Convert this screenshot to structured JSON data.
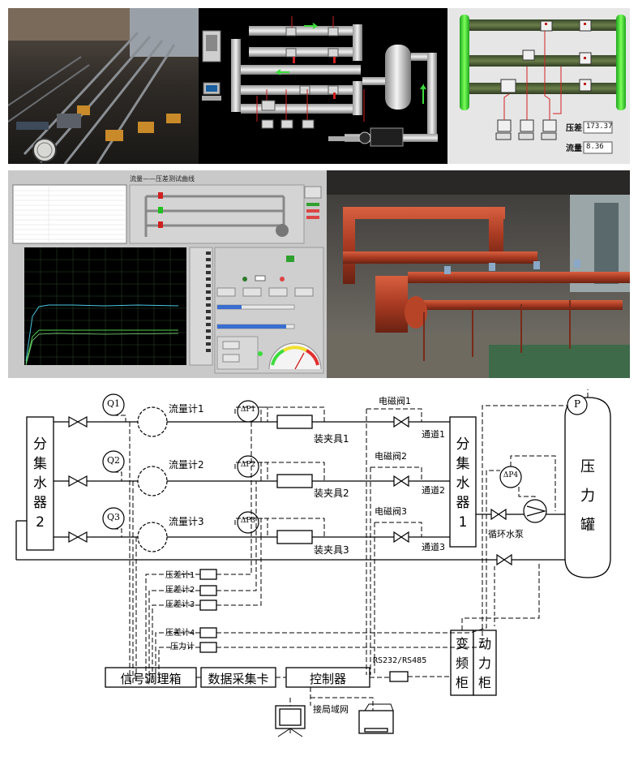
{
  "scada": {
    "pressure_diff_label": "压差",
    "pressure_diff_value": "173.37",
    "flow_label": "流量",
    "flow_value": "8.36"
  },
  "labview": {
    "title": "流量——压差测试曲线"
  },
  "schematic": {
    "manifold_left": [
      "分",
      "集",
      "水",
      "器",
      "2"
    ],
    "manifold_right": [
      "分",
      "集",
      "水",
      "器",
      "1"
    ],
    "tank": [
      "压",
      "力",
      "罐"
    ],
    "flowmeters": [
      "流量计1",
      "流量计2",
      "流量计3"
    ],
    "q_symbols": [
      "Q1",
      "Q2",
      "Q3"
    ],
    "dp_symbols": [
      "ΔP1",
      "ΔP2",
      "ΔP3",
      "ΔP4"
    ],
    "p_symbol": "P",
    "fixtures": [
      "装夹具1",
      "装夹具2",
      "装夹具3"
    ],
    "valves": [
      "电磁阀1",
      "电磁阀2",
      "电磁阀3"
    ],
    "channels": [
      "通道1",
      "通道2",
      "通道3"
    ],
    "pump": "循环水泵",
    "sensors": [
      "压差计1",
      "压差计2",
      "压差计3",
      "压差计4",
      "压力计"
    ],
    "signal_box": "信号调理箱",
    "daq": "数据采集卡",
    "controller": "控制器",
    "link": "RS232/RS485",
    "lan": "接局域网",
    "vfd": [
      "变",
      "频",
      "柜"
    ],
    "power": [
      "动",
      "力",
      "柜"
    ]
  }
}
